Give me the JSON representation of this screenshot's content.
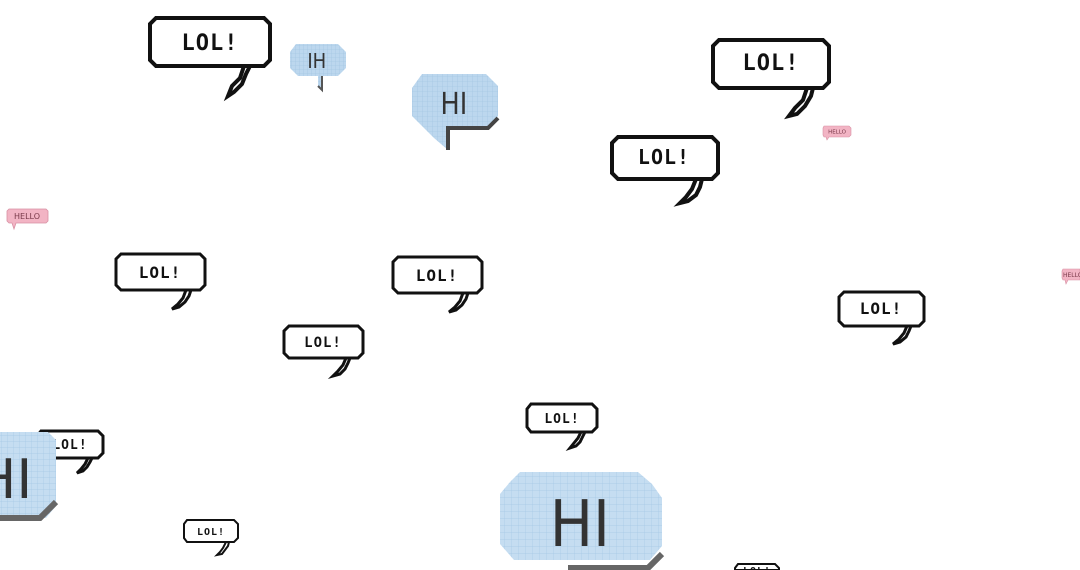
{
  "labels": {
    "lol": "LOL!",
    "hi": "HI",
    "ih": "IH",
    "hello": "HELLO"
  },
  "colors": {
    "background": "#ffffff",
    "lol_outline": "#111111",
    "hi_fill": "#bcd7ee",
    "hello_fill": "#f2b4c4"
  }
}
